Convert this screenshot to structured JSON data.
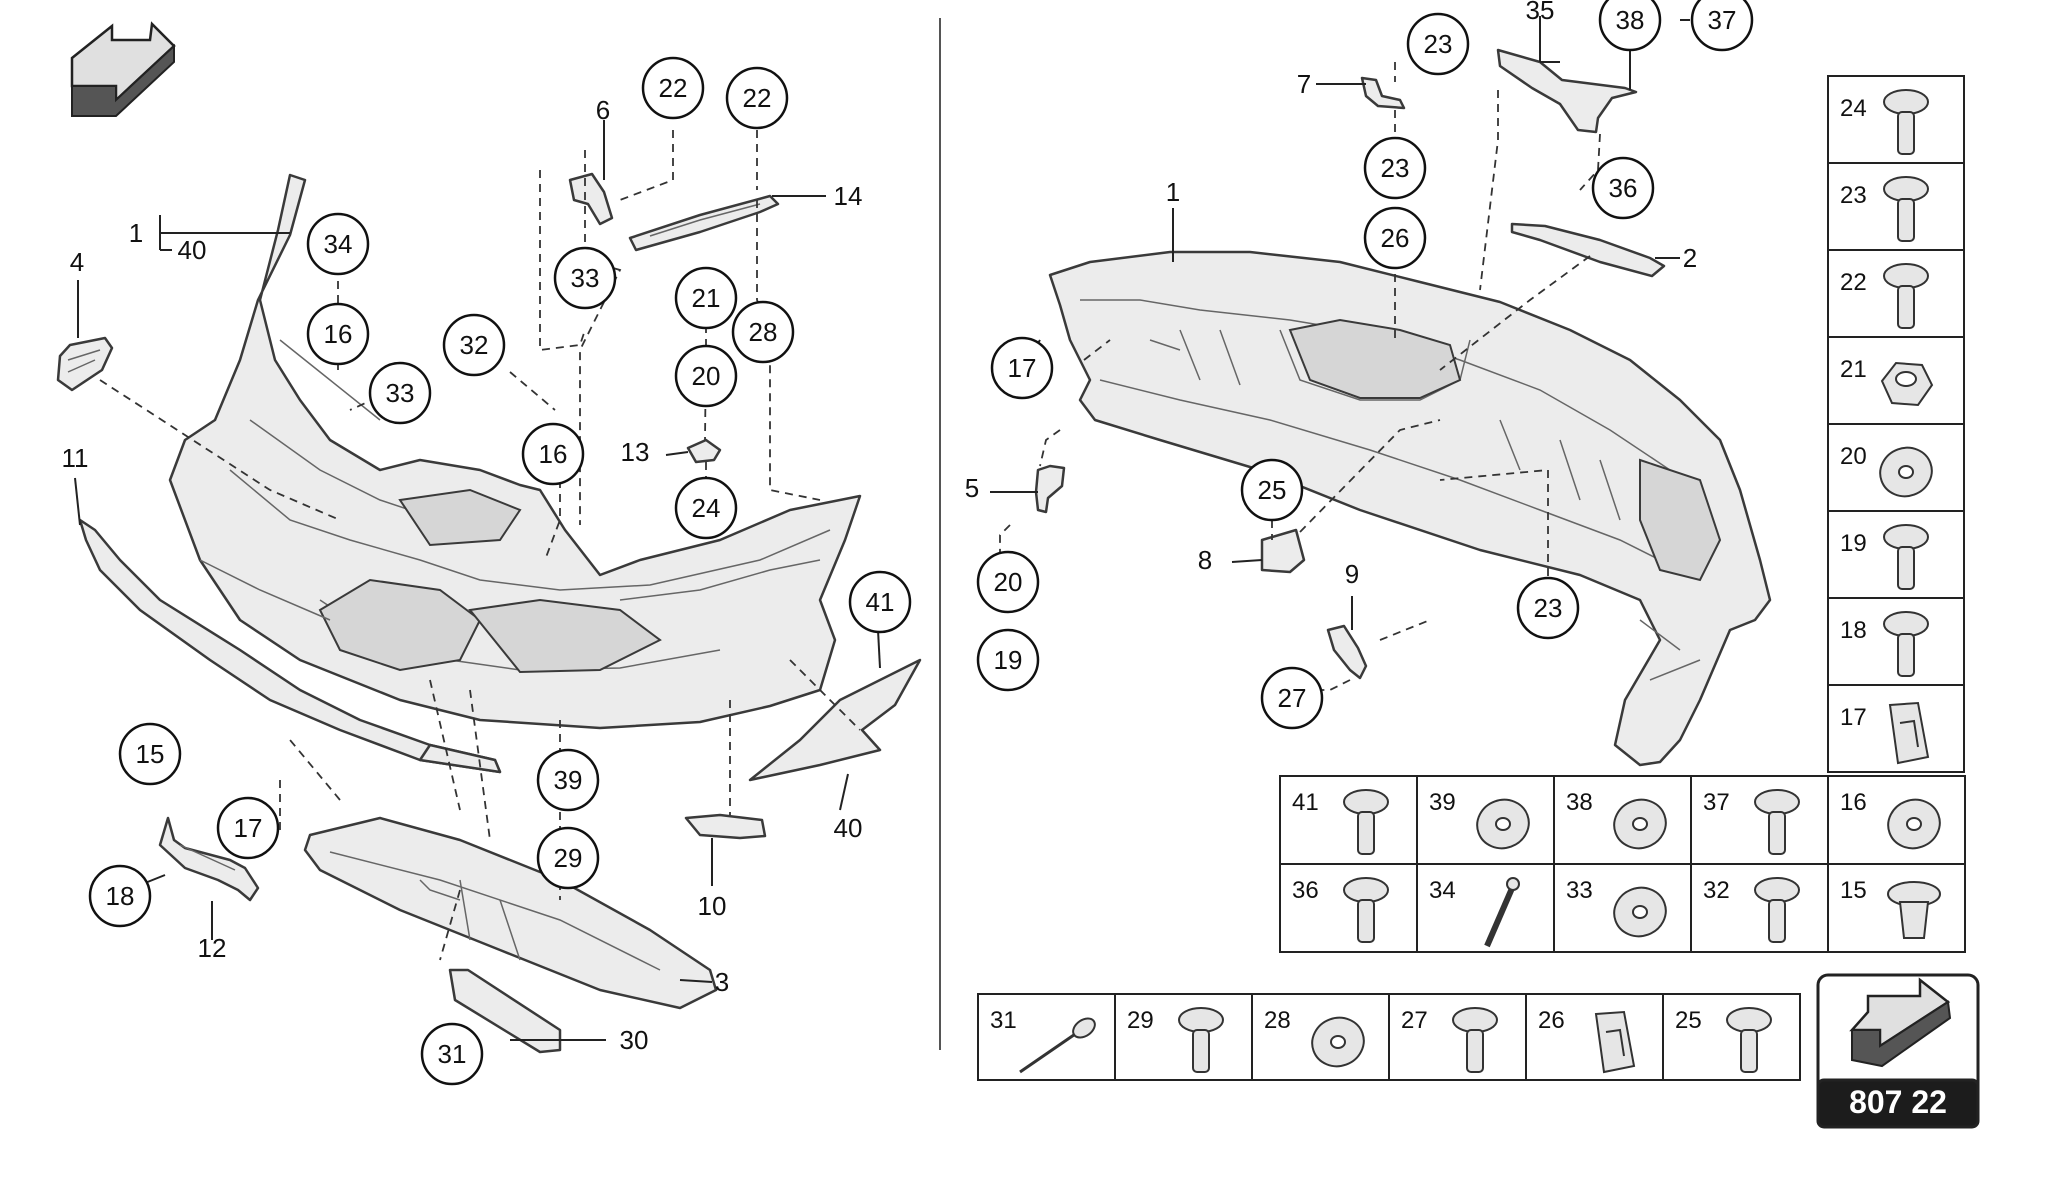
{
  "diagram_code": "807 22",
  "callouts": {
    "c22a": "22",
    "c22b": "22",
    "c6": "6",
    "c14": "14",
    "c1l": "1",
    "c40l": "40",
    "c4": "4",
    "c34": "34",
    "c33a": "33",
    "c21": "21",
    "c28": "28",
    "c16a": "16",
    "c32": "32",
    "c33b": "33",
    "c20": "20",
    "c16b": "16",
    "c13": "13",
    "c11": "11",
    "c24": "24",
    "c41": "41",
    "c15": "15",
    "c39": "39",
    "c17": "17",
    "c40r": "40",
    "c29": "29",
    "c18": "18",
    "c12": "12",
    "c10": "10",
    "c3": "3",
    "c30": "30",
    "c31": "31",
    "r35": "35",
    "r38": "38",
    "r37": "37",
    "r23a": "23",
    "r7": "7",
    "r23b": "23",
    "r36": "36",
    "r1": "1",
    "r26": "26",
    "r2": "2",
    "r17": "17",
    "r5": "5",
    "r25": "25",
    "r8": "8",
    "r9": "9",
    "r23c": "23",
    "r20": "20",
    "r19": "19",
    "r27": "27"
  },
  "hardware_right_column": [
    "24",
    "23",
    "22",
    "21",
    "20",
    "19",
    "18",
    "17"
  ],
  "hardware_grid_row1": [
    "41",
    "39",
    "38",
    "37",
    "16"
  ],
  "hardware_grid_row2": [
    "36",
    "34",
    "33",
    "32",
    "15"
  ],
  "hardware_bottom_row": [
    "31",
    "29",
    "28",
    "27",
    "26",
    "25"
  ]
}
